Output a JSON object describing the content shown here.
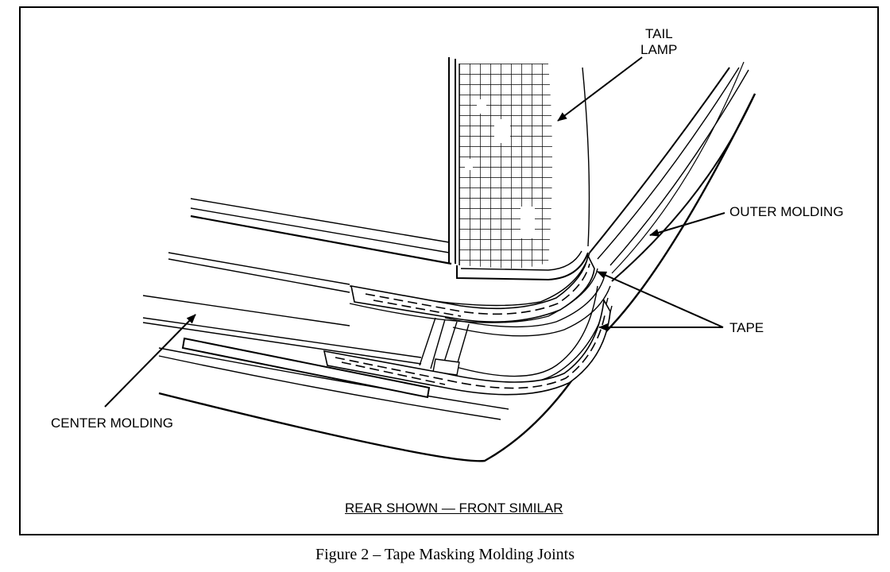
{
  "labels": {
    "tail_lamp_line1": "TAIL",
    "tail_lamp_line2": "LAMP",
    "outer_molding": "OUTER MOLDING",
    "tape": "TAPE",
    "center_molding": "CENTER MOLDING"
  },
  "note": "REAR SHOWN — FRONT SIMILAR",
  "caption": "Figure 2 – Tape Masking Molding Joints",
  "colors": {
    "ink": "#000000",
    "paper": "#ffffff"
  }
}
